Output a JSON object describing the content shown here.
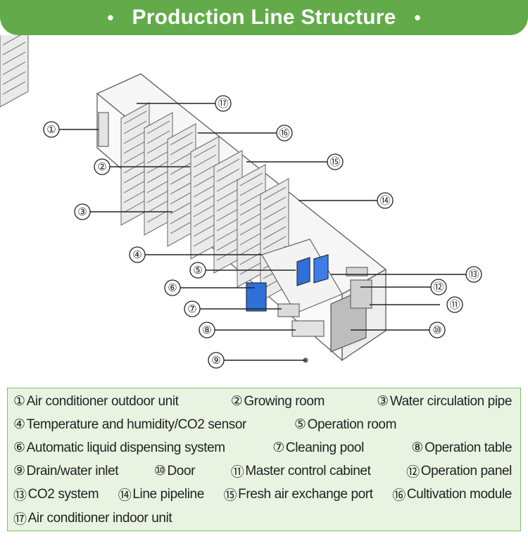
{
  "header": {
    "title": "Production Line Structure",
    "bullet": "•"
  },
  "colors": {
    "header_bg": "#63ab4a",
    "legend_bg": "#e9f3e2",
    "legend_border": "#7fbf6a",
    "accent_blue": "#2f6fd8"
  },
  "callouts": [
    {
      "num": "①"
    },
    {
      "num": "②"
    },
    {
      "num": "③"
    },
    {
      "num": "④"
    },
    {
      "num": "⑤"
    },
    {
      "num": "⑥"
    },
    {
      "num": "⑦"
    },
    {
      "num": "⑧"
    },
    {
      "num": "⑨"
    },
    {
      "num": "⑩"
    },
    {
      "num": "⑪"
    },
    {
      "num": "⑫"
    },
    {
      "num": "⑬"
    },
    {
      "num": "⑭"
    },
    {
      "num": "⑮"
    },
    {
      "num": "⑯"
    },
    {
      "num": "⑰"
    }
  ],
  "legend": {
    "rows": [
      [
        {
          "num": "①",
          "label": "Air conditioner outdoor unit"
        },
        {
          "num": "②",
          "label": "Growing room"
        },
        {
          "num": "③",
          "label": "Water circulation pipe"
        }
      ],
      [
        {
          "num": "④",
          "label": "Temperature and humidity/CO2 sensor"
        },
        {
          "num": "⑤",
          "label": "Operation room"
        }
      ],
      [
        {
          "num": "⑥",
          "label": "Automatic liquid dispensing system"
        },
        {
          "num": "⑦",
          "label": "Cleaning pool"
        },
        {
          "num": "⑧",
          "label": "Operation table"
        }
      ],
      [
        {
          "num": "⑨",
          "label": "Drain/water inlet"
        },
        {
          "num": "⑩",
          "label": "Door"
        },
        {
          "num": "⑪",
          "label": "Master control cabinet"
        },
        {
          "num": "⑫",
          "label": "Operation panel"
        }
      ],
      [
        {
          "num": "⑬",
          "label": "CO2 system"
        },
        {
          "num": "⑭",
          "label": "Line pipeline"
        },
        {
          "num": "⑮",
          "label": "Fresh air exchange port"
        },
        {
          "num": "⑯",
          "label": "Cultivation module"
        }
      ],
      [
        {
          "num": "⑰",
          "label": "Air conditioner indoor unit"
        }
      ]
    ]
  }
}
